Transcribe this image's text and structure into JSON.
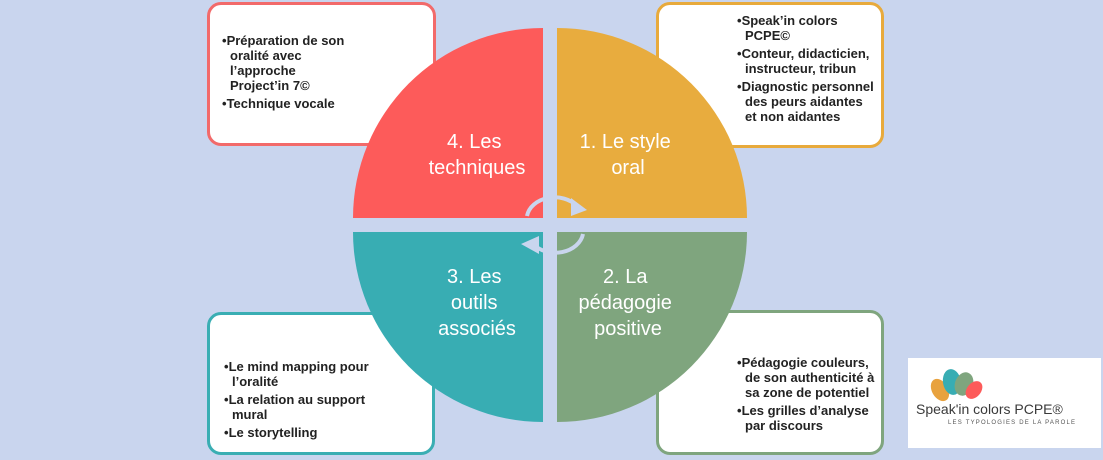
{
  "quadrants": {
    "style": {
      "line1": "1. Le style",
      "line2": "oral",
      "color": "#e8ac3e"
    },
    "pedagogie": {
      "line1": "2. La",
      "line2": "pédagogie",
      "line3": "positive",
      "color": "#7fa57e"
    },
    "outils": {
      "line1": "3. Les",
      "line2": "outils",
      "line3": "associés",
      "color": "#38adb3"
    },
    "techniques": {
      "line1": "4. Les",
      "line2": "techniques",
      "color": "#fd5b5a"
    }
  },
  "cards": {
    "techniques": [
      "Préparation de son oralité avec l’approche Project’in 7©",
      "Technique vocale"
    ],
    "style": [
      "Speak’in colors PCPE©",
      "Conteur, didacticien, instructeur, tribun",
      "Diagnostic personnel des peurs aidantes et non aidantes"
    ],
    "outils": [
      "Le mind mapping pour l’oralité",
      "La relation au support mural",
      "Le storytelling"
    ],
    "pedagogie": [
      "Pédagogie couleurs, de son authenticité à sa zone de potentiel",
      "Les grilles d’analyse par discours"
    ]
  },
  "logo": {
    "brand": "Speak'in colors PCPE®",
    "tagline": "LES TYPOLOGIES DE LA PAROLE",
    "icon": "speakin-colors-leaf-logo"
  },
  "colors": {
    "background": "#c9d5ee",
    "arrows": "#c9d5ee"
  }
}
